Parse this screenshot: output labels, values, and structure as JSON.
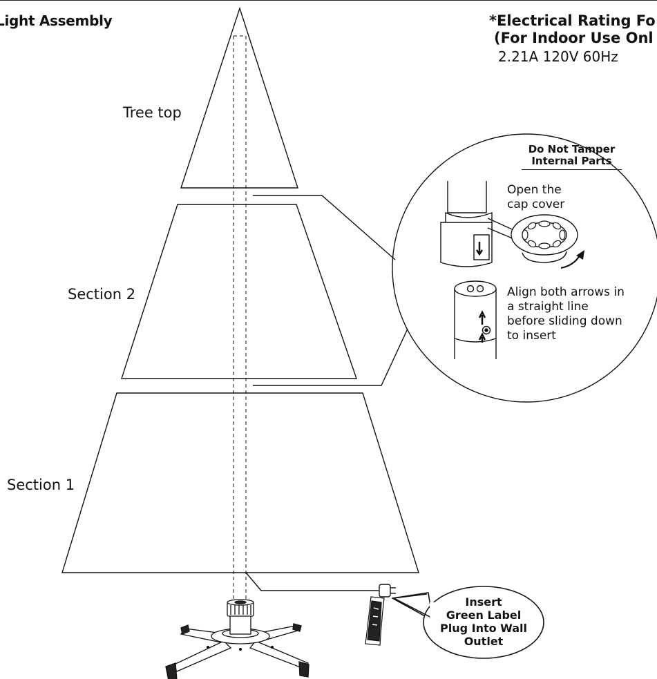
{
  "diagram": {
    "title": "Light Assembly",
    "rating": {
      "heading_line1": "*Electrical Rating Fo",
      "heading_line2": "(For Indoor Use Onl",
      "value": "2.21A 120V 60Hz"
    },
    "sections": {
      "top": "Tree top",
      "middle": "Section 2",
      "bottom": "Section 1"
    },
    "detail": {
      "warning_line1": "Do Not Tamper",
      "warning_line2": "Internal Parts",
      "step1": "Open the cap cover",
      "step2": "Align both arrows in a straight line before sliding down to insert"
    },
    "plug_callout": {
      "line1": "Insert",
      "line2": "Green Label",
      "line3": "Plug Into Wall",
      "line4": "Outlet"
    }
  }
}
